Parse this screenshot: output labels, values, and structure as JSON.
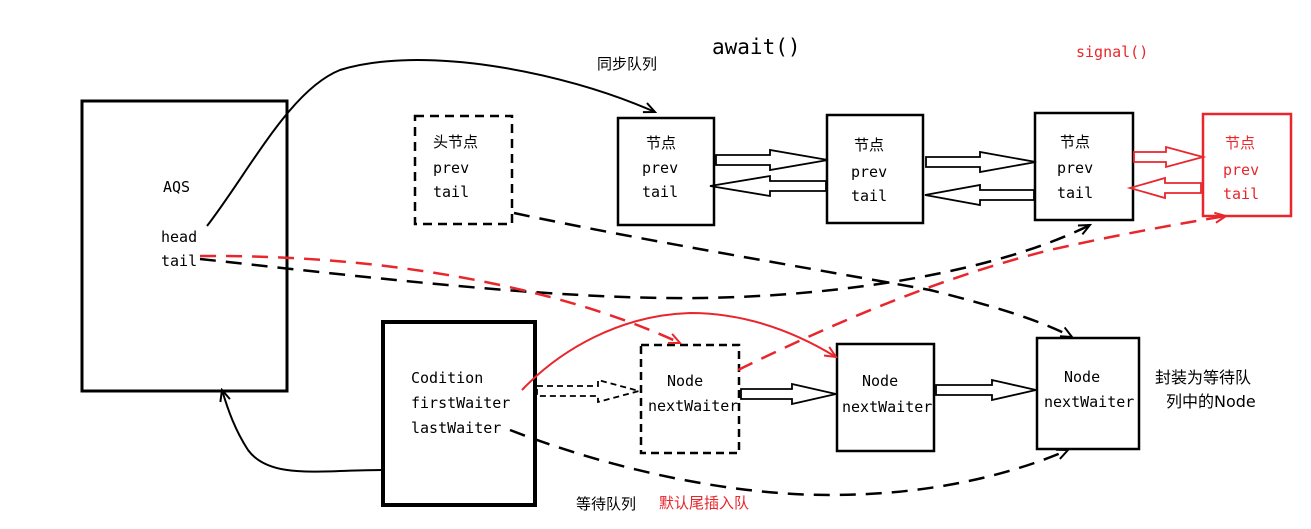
{
  "titles": {
    "await": "await()",
    "signal": "signal()",
    "sync_queue": "同步队列",
    "wait_queue": "等待队列",
    "default_tail": "默认尾插入队",
    "wrap_note_line1": "封装为等待队",
    "wrap_note_line2": "列中的Node"
  },
  "aqs": {
    "label": "AQS",
    "head": "head",
    "tail": "tail"
  },
  "condition": {
    "label": "Codition",
    "first": "firstWaiter",
    "last": "lastWaiter"
  },
  "sync_nodes": [
    {
      "title": "头节点",
      "prev": "prev",
      "tail": "tail"
    },
    {
      "title": "节点",
      "prev": "prev",
      "tail": "tail"
    },
    {
      "title": "节点",
      "prev": "prev",
      "tail": "tail"
    },
    {
      "title": "节点",
      "prev": "prev",
      "tail": "tail"
    },
    {
      "title": "节点",
      "prev": "prev",
      "tail": "tail"
    }
  ],
  "wait_nodes": [
    {
      "title": "Node",
      "next": "nextWaiter"
    },
    {
      "title": "Node",
      "next": "nextWaiter"
    },
    {
      "title": "Node",
      "next": "nextWaiter"
    }
  ],
  "colors": {
    "black": "#000000",
    "red": "#e8262c"
  }
}
